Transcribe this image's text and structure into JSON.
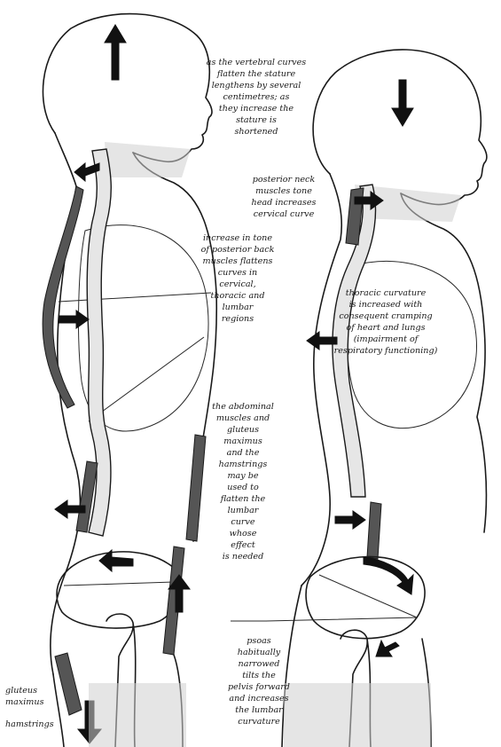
{
  "annotations": {
    "vertebral_curves": "as the vertebral curves\nflatten the stature\nlengthens by several\ncentimetres; as\nthey increase the\nstature is\nshortened",
    "posterior_neck": "posterior neck\nmuscles tone\nhead increases\ncervical curve",
    "increase_tone": "increase in tone\nof posterior back\nmuscles flattens\ncurves in\ncervical,\nthoracic and\nlumbar\nregions",
    "thoracic_curvature": "thoracic curvature\nis increased with\nconsequent cramping\nof heart and lungs\n(impairment of\nrespiratory functioning)",
    "abdominal_muscles": "the abdominal\nmuscles and\ngluteus\nmaximus\nand the\nhamstrings\nmay be\nused to\nflatten the\nlumbar\ncurve\nwhose\neffect\nis needed",
    "psoas": "psoas\nhabitually\nnarrowed\ntilts the\npelvis forward\nand increases\nthe lumbar\ncurvature",
    "gluteus_maximus": "gluteus\nmaximus",
    "hamstrings": "hamstrings"
  }
}
